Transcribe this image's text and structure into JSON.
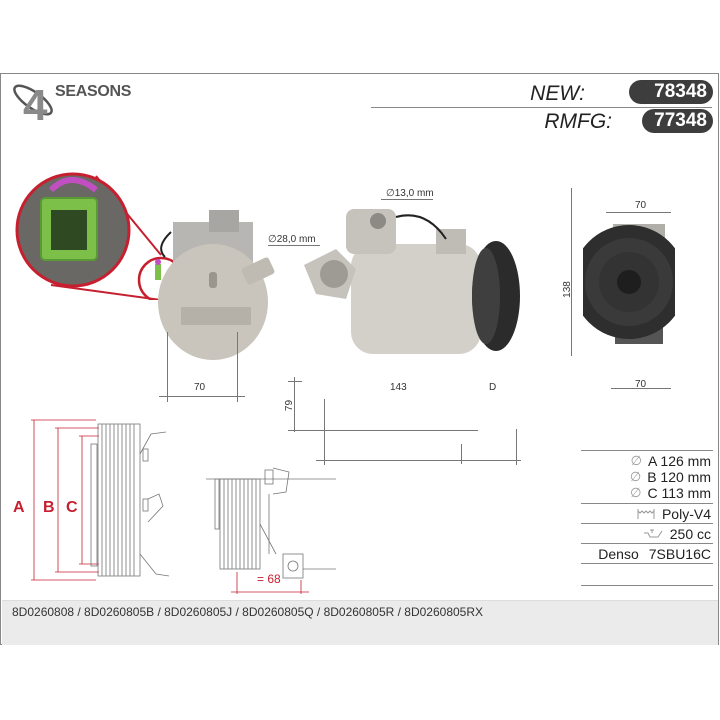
{
  "brand": {
    "name": "SEASONS",
    "numeral": "4"
  },
  "header": {
    "new_label": "NEW:",
    "new_value": "78348",
    "rmfg_label": "RMFG:",
    "rmfg_value": "77348"
  },
  "photo_dims": {
    "rear_width": "70",
    "suction_port": "∅28,0 mm",
    "discharge_port": "∅13,0 mm",
    "height_mount": "79",
    "body_length": "143",
    "pulley_depth": "D",
    "front_top_width": "70",
    "front_height": "138",
    "front_bottom_width": "70"
  },
  "pulley_diagram": {
    "label_a": "A",
    "label_b": "B",
    "label_c": "C",
    "offset": "= 68"
  },
  "specs": {
    "diameter_a": "A 126 mm",
    "diameter_b": "B 120 mm",
    "diameter_c": "C 113 mm",
    "belt": "Poly-V4",
    "oil": "250 cc",
    "model_brand": "Denso",
    "model": "7SBU16C"
  },
  "oe_numbers": "8D0260808 / 8D0260805B / 8D0260805J / 8D0260805Q / 8D0260805R / 8D0260805RX",
  "colors": {
    "pill_bg": "#3d3d3d",
    "accent_red": "#c62030",
    "connector_green": "#7cc04a",
    "footer_bg": "#ebebeb"
  }
}
